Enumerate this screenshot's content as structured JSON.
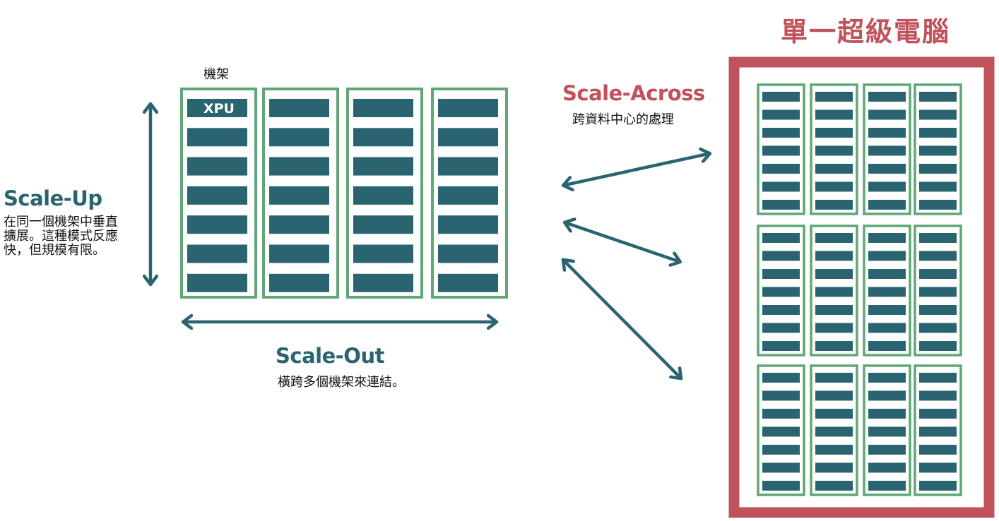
{
  "title": "單一超級電腦",
  "rack_label": "機架",
  "xpu_label": "XPU",
  "scale_up": {
    "title": "Scale-Up",
    "description": "在同一個機架中垂直擴展。這種模式反應快，但規模有限。"
  },
  "scale_out": {
    "title": "Scale-Out",
    "description": "橫跨多個機架來連結。"
  },
  "scale_across": {
    "title": "Scale-Across",
    "description": "跨資料中心的處理"
  },
  "colors": {
    "teal": "#2a6470",
    "green": "#5fa776",
    "red": "#c0525b"
  }
}
